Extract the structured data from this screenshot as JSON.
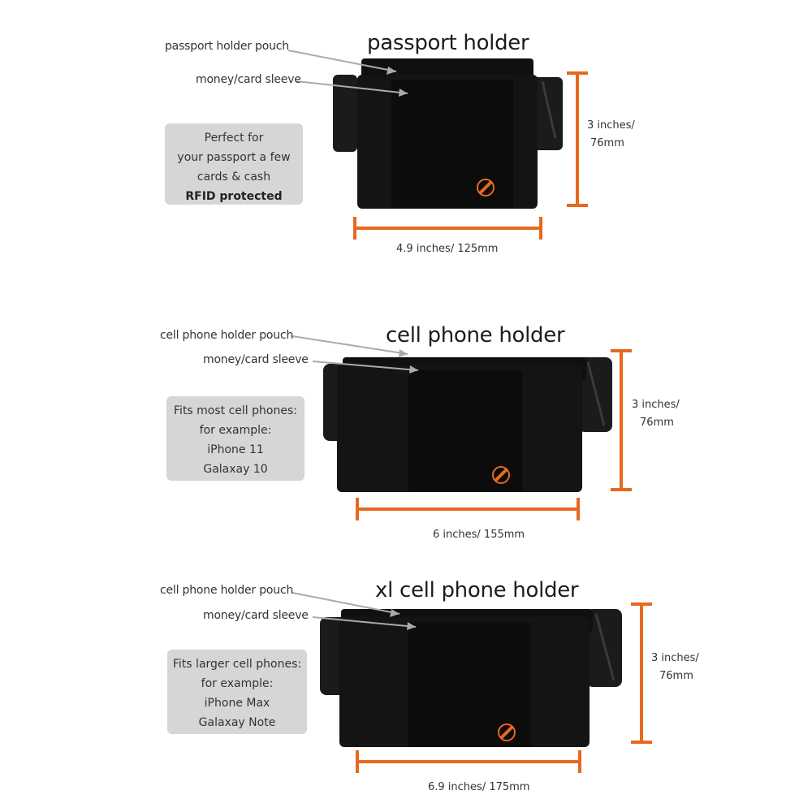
{
  "colors": {
    "accent": "#e8681e",
    "product": "#121212",
    "strap": "#1d1d1d",
    "infobox": "#d6d6d6"
  },
  "products": [
    {
      "title": "passport holder",
      "callouts": [
        "passport holder pouch",
        "money/card sleeve"
      ],
      "info": [
        "Perfect for",
        "your passport a few",
        "cards & cash",
        "RFID protected"
      ],
      "height_label": [
        "3 inches/",
        "76mm"
      ],
      "width_label": "4.9 inches/ 125mm"
    },
    {
      "title": "cell phone holder",
      "callouts": [
        "cell phone holder pouch",
        "money/card sleeve"
      ],
      "info": [
        "Fits most cell phones:",
        "for example:",
        "iPhone 11",
        "Galaxay 10"
      ],
      "height_label": [
        "3 inches/",
        "76mm"
      ],
      "width_label": "6 inches/ 155mm"
    },
    {
      "title": "xl cell phone holder",
      "callouts": [
        "cell phone holder pouch",
        "money/card sleeve"
      ],
      "info": [
        "Fits larger cell phones:",
        "for example:",
        "iPhone Max",
        "Galaxay Note"
      ],
      "height_label": [
        "3 inches/",
        "76mm"
      ],
      "width_label": "6.9 inches/ 175mm"
    }
  ]
}
